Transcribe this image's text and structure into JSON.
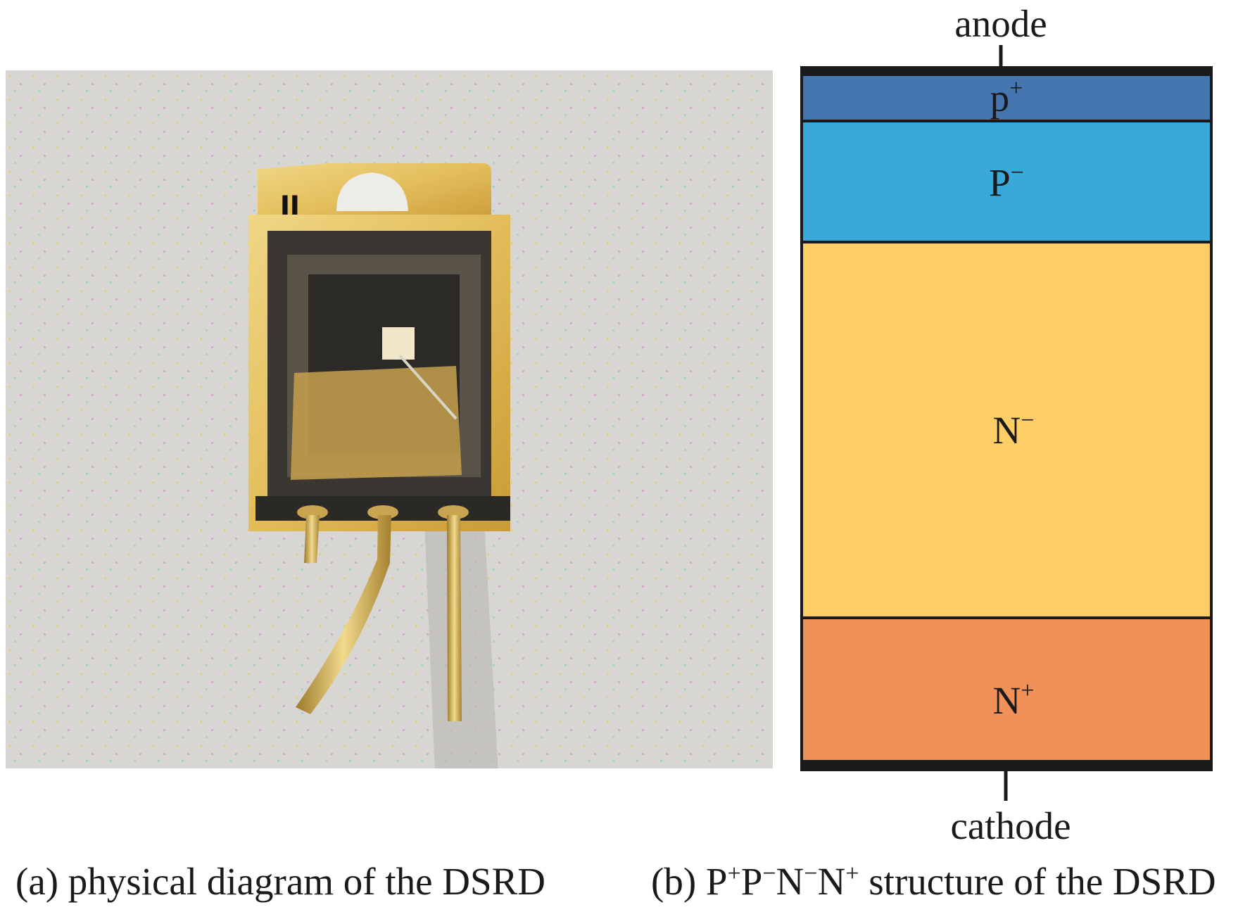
{
  "figure": {
    "left_caption": "(a) physical diagram of the DSRD",
    "right_caption": {
      "prefix": "(b) ",
      "formula": [
        {
          "base": "P",
          "sup": "+"
        },
        {
          "base": "P",
          "sup": "−"
        },
        {
          "base": "N",
          "sup": "−"
        },
        {
          "base": "N",
          "sup": "+"
        }
      ],
      "suffix": " structure of the DSRD"
    }
  },
  "photo": {
    "logo_text": "IL"
  },
  "structure": {
    "anode_label": "anode",
    "cathode_label": "cathode",
    "layers": [
      {
        "base": "p",
        "sup": "+",
        "color": "#4676b0"
      },
      {
        "base": "P",
        "sup": "−",
        "color": "#3aa8d8"
      },
      {
        "base": "N",
        "sup": "−",
        "color": "#fdcd66"
      },
      {
        "base": "N",
        "sup": "+",
        "color": "#f0915a"
      }
    ],
    "outline_color": "#1a1a1a"
  }
}
